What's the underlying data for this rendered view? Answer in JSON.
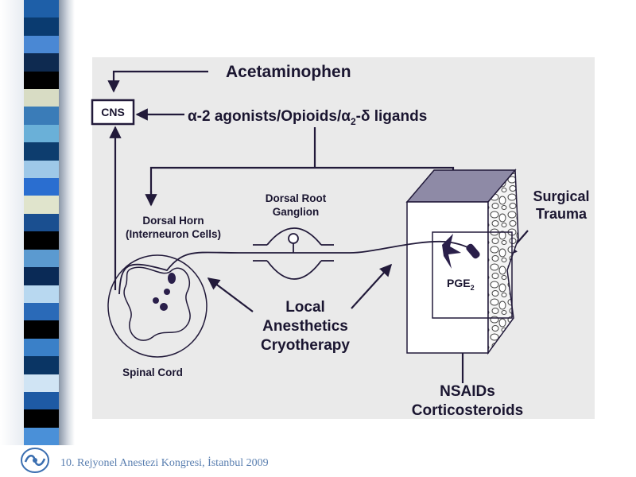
{
  "slide": {
    "stripe_colors": [
      "#1e5fa8",
      "#0a3b70",
      "#4a88d4",
      "#0e2a50",
      "#000000",
      "#d8dcc4",
      "#3a7cb8",
      "#6ab0d8",
      "#0d3d6e",
      "#9ec8e8",
      "#2a6ed0",
      "#e0e4cc",
      "#1a4f90",
      "#000000",
      "#5b9ad0",
      "#0a2a56",
      "#b8d8f0",
      "#2a6ab8",
      "#000000",
      "#3a80c8",
      "#0a3564",
      "#d0e4f4",
      "#1e5aa4",
      "#000000",
      "#4a90d8"
    ]
  },
  "diagram": {
    "acetaminophen": "Acetaminophen",
    "cns": "CNS",
    "agonists_pre": "α-2 agonists/Opioids/α",
    "agonists_sub": "2",
    "agonists_post": "-δ ligands",
    "dorsal_horn_1": "Dorsal Horn",
    "dorsal_horn_2": "(Interneuron Cells)",
    "drg_1": "Dorsal Root",
    "drg_2": "Ganglion",
    "surgical_1": "Surgical",
    "surgical_2": "Trauma",
    "pge_main": "PGE",
    "pge_sub": "2",
    "local_1": "Local",
    "local_2": "Anesthetics",
    "local_3": "Cryotherapy",
    "spinal_cord": "Spinal Cord",
    "nsaids_1": "NSAIDs",
    "nsaids_2": "Corticosteroids"
  },
  "footer": {
    "text": "10. Rejyonel Anestezi Kongresi, İstanbul 2009",
    "logo_icon": "congress-logo-icon"
  }
}
